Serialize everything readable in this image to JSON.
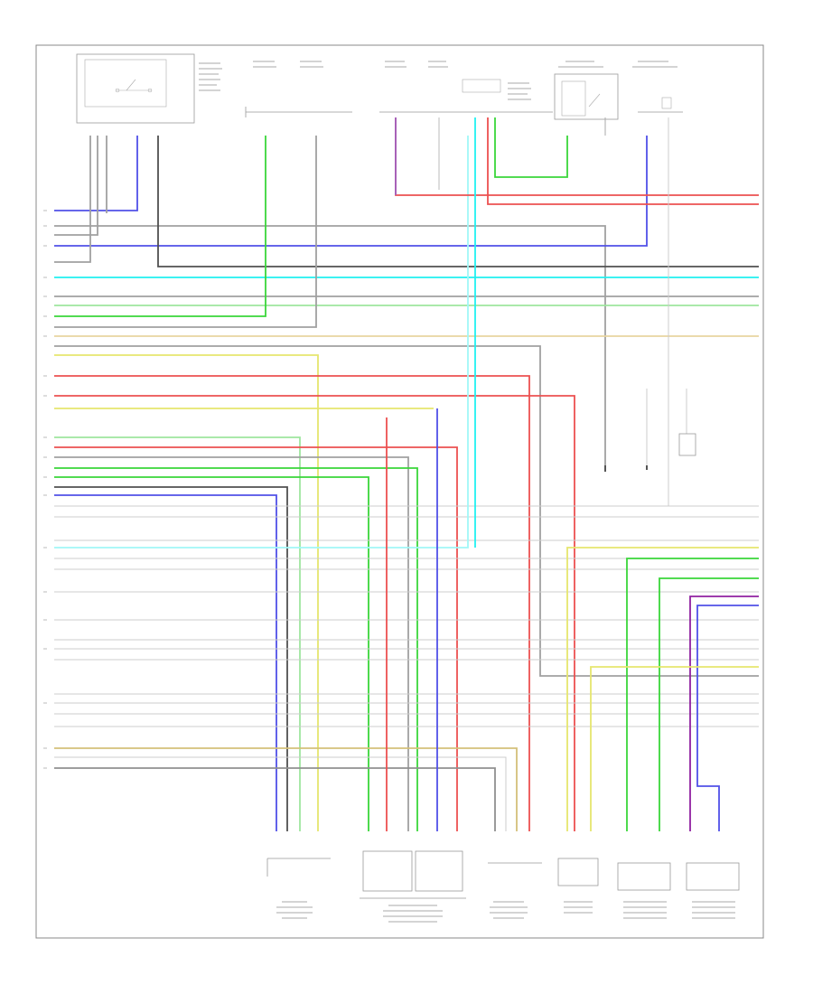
{
  "footer_code": "",
  "colors": {
    "blue": "#5050e8",
    "green": "#3ad63a",
    "red": "#ec5050",
    "cyan": "#20f0f0",
    "gray": "#a0a0a0",
    "dark": "#505050",
    "yellow": "#e6e66e",
    "tan": "#d4c07a",
    "purple": "#9020a0",
    "lightgreen": "#9ee69e",
    "white": "#dddddd"
  },
  "top_components": [
    {
      "name": "relay-block",
      "label": ""
    },
    {
      "name": "top-connector-a",
      "label": ""
    },
    {
      "name": "top-connector-b",
      "label": ""
    },
    {
      "name": "top-connector-c",
      "label": ""
    },
    {
      "name": "top-connector-d",
      "label": ""
    },
    {
      "name": "top-connector-e",
      "label": ""
    },
    {
      "name": "switch-module-right",
      "label": ""
    },
    {
      "name": "sensor-module-right",
      "label": ""
    }
  ],
  "bottom_components": [
    {
      "name": "ecm-connector",
      "label": ""
    },
    {
      "name": "throttle-body-assembly",
      "label": ""
    },
    {
      "name": "intake-sensor",
      "label": ""
    },
    {
      "name": "knock-sensor",
      "label": ""
    },
    {
      "name": "oxygen-sensor-1",
      "label": ""
    },
    {
      "name": "oxygen-sensor-2",
      "label": ""
    }
  ]
}
